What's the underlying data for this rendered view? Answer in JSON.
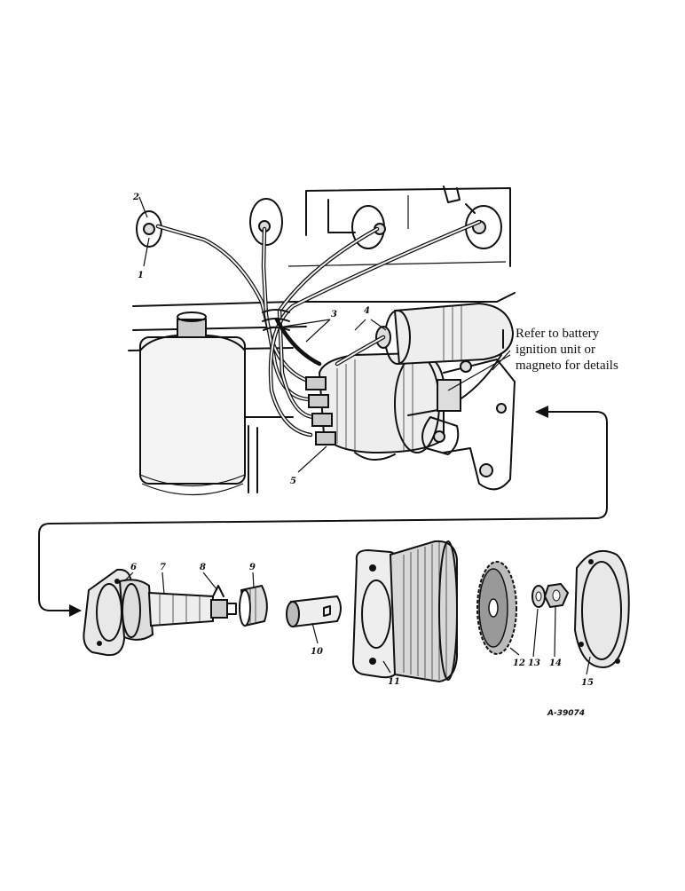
{
  "diagram": {
    "note_lines": [
      "Refer to battery",
      "ignition unit or",
      "magneto for details"
    ],
    "drawing_code": "A-39074",
    "callouts": [
      "1",
      "2",
      "3",
      "4",
      "5",
      "6",
      "7",
      "8",
      "9",
      "10",
      "11",
      "12",
      "13",
      "14",
      "15"
    ],
    "colors": {
      "ink": "#111111",
      "paper": "#ffffff",
      "shade": "#dddddd"
    }
  }
}
